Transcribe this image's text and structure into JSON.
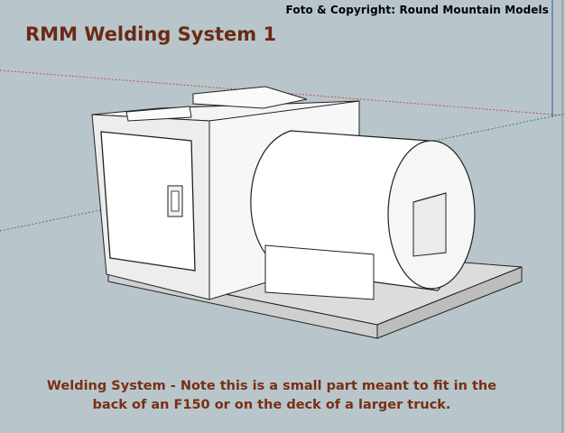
{
  "header": {
    "copyright": "Foto & Copyright: Round Mountain Models",
    "title": "RMM Welding System 1"
  },
  "caption": {
    "line1": "Welding System - Note this is a small part meant to fit in the",
    "line2": "back of an F150 or on the deck of a larger truck."
  },
  "colors": {
    "background": "#b8c6cc",
    "title": "#6b2a12",
    "caption": "#7a2e14",
    "model_face_light": "#ffffff",
    "model_face_mid": "#e6e6e6",
    "model_face_dark": "#c8c8c8",
    "red_axis": "#c0504d",
    "green_axis": "#3c8c3c"
  }
}
